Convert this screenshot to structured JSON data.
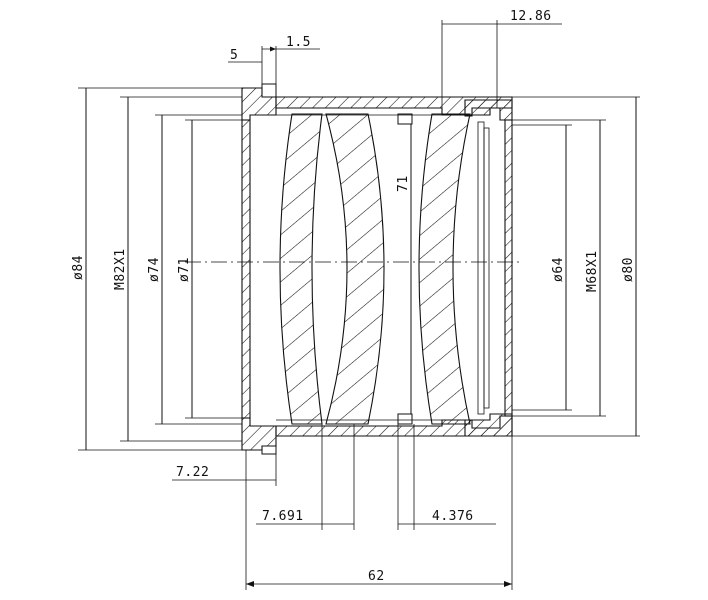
{
  "dimensions": {
    "d84": "ø84",
    "m82": "M82X1",
    "d74": "ø74",
    "d71a": "ø71",
    "d71b": "71",
    "d64": "ø64",
    "m68": "M68X1",
    "d80": "ø80",
    "w5": "5",
    "w15": "1.5",
    "w1286": "12.86",
    "w722": "7.22",
    "w7691": "7.691",
    "w4376": "4.376",
    "w62": "62"
  }
}
